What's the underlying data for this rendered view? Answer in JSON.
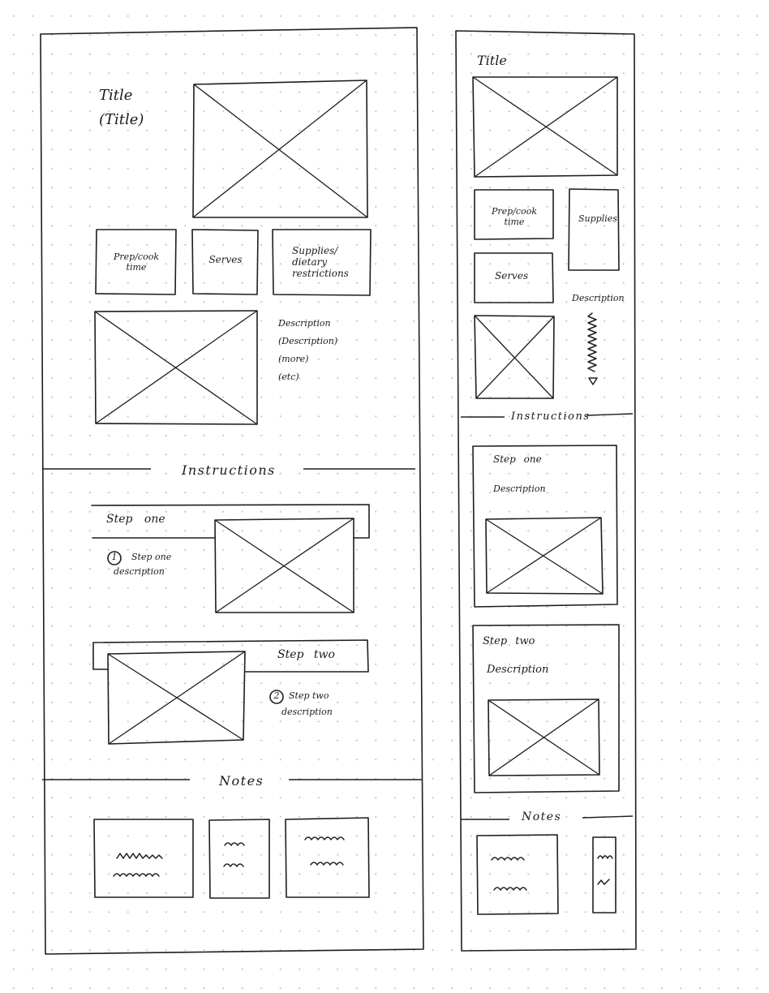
{
  "desktop": {
    "title": "Title",
    "title_placeholder": "(Title)",
    "info_cards": {
      "prep_line1": "Prep/cook",
      "prep_line2": "time",
      "serves": "Serves",
      "supplies_line1": "Supplies/",
      "supplies_line2": "dietary",
      "supplies_line3": "restrictions"
    },
    "description": {
      "line1": "Description",
      "line2": "(Description)",
      "line3": "(more)",
      "line4": "(etc)"
    },
    "instructions_heading": "Instructions",
    "step_one": {
      "label": "Step one",
      "number": "1",
      "desc_line1": "Step one",
      "desc_line2": "description"
    },
    "step_two": {
      "label": "Step two",
      "number": "2",
      "desc_line1": "Step two",
      "desc_line2": "description"
    },
    "notes_heading": "Notes"
  },
  "mobile": {
    "title": "Title",
    "info_cards": {
      "prep_line1": "Prep/cook",
      "prep_line2": "time",
      "supplies": "Supplies",
      "serves": "Serves"
    },
    "description_label": "Description",
    "instructions_heading": "Instructions",
    "step_one": {
      "label": "Step one",
      "description": "Description"
    },
    "step_two": {
      "label": "Step two",
      "description": "Description"
    },
    "notes_heading": "Notes"
  },
  "style": {
    "ink": "#1e1e1e",
    "paper": "#ffffff",
    "grid_dot": "#c9c9c9"
  }
}
